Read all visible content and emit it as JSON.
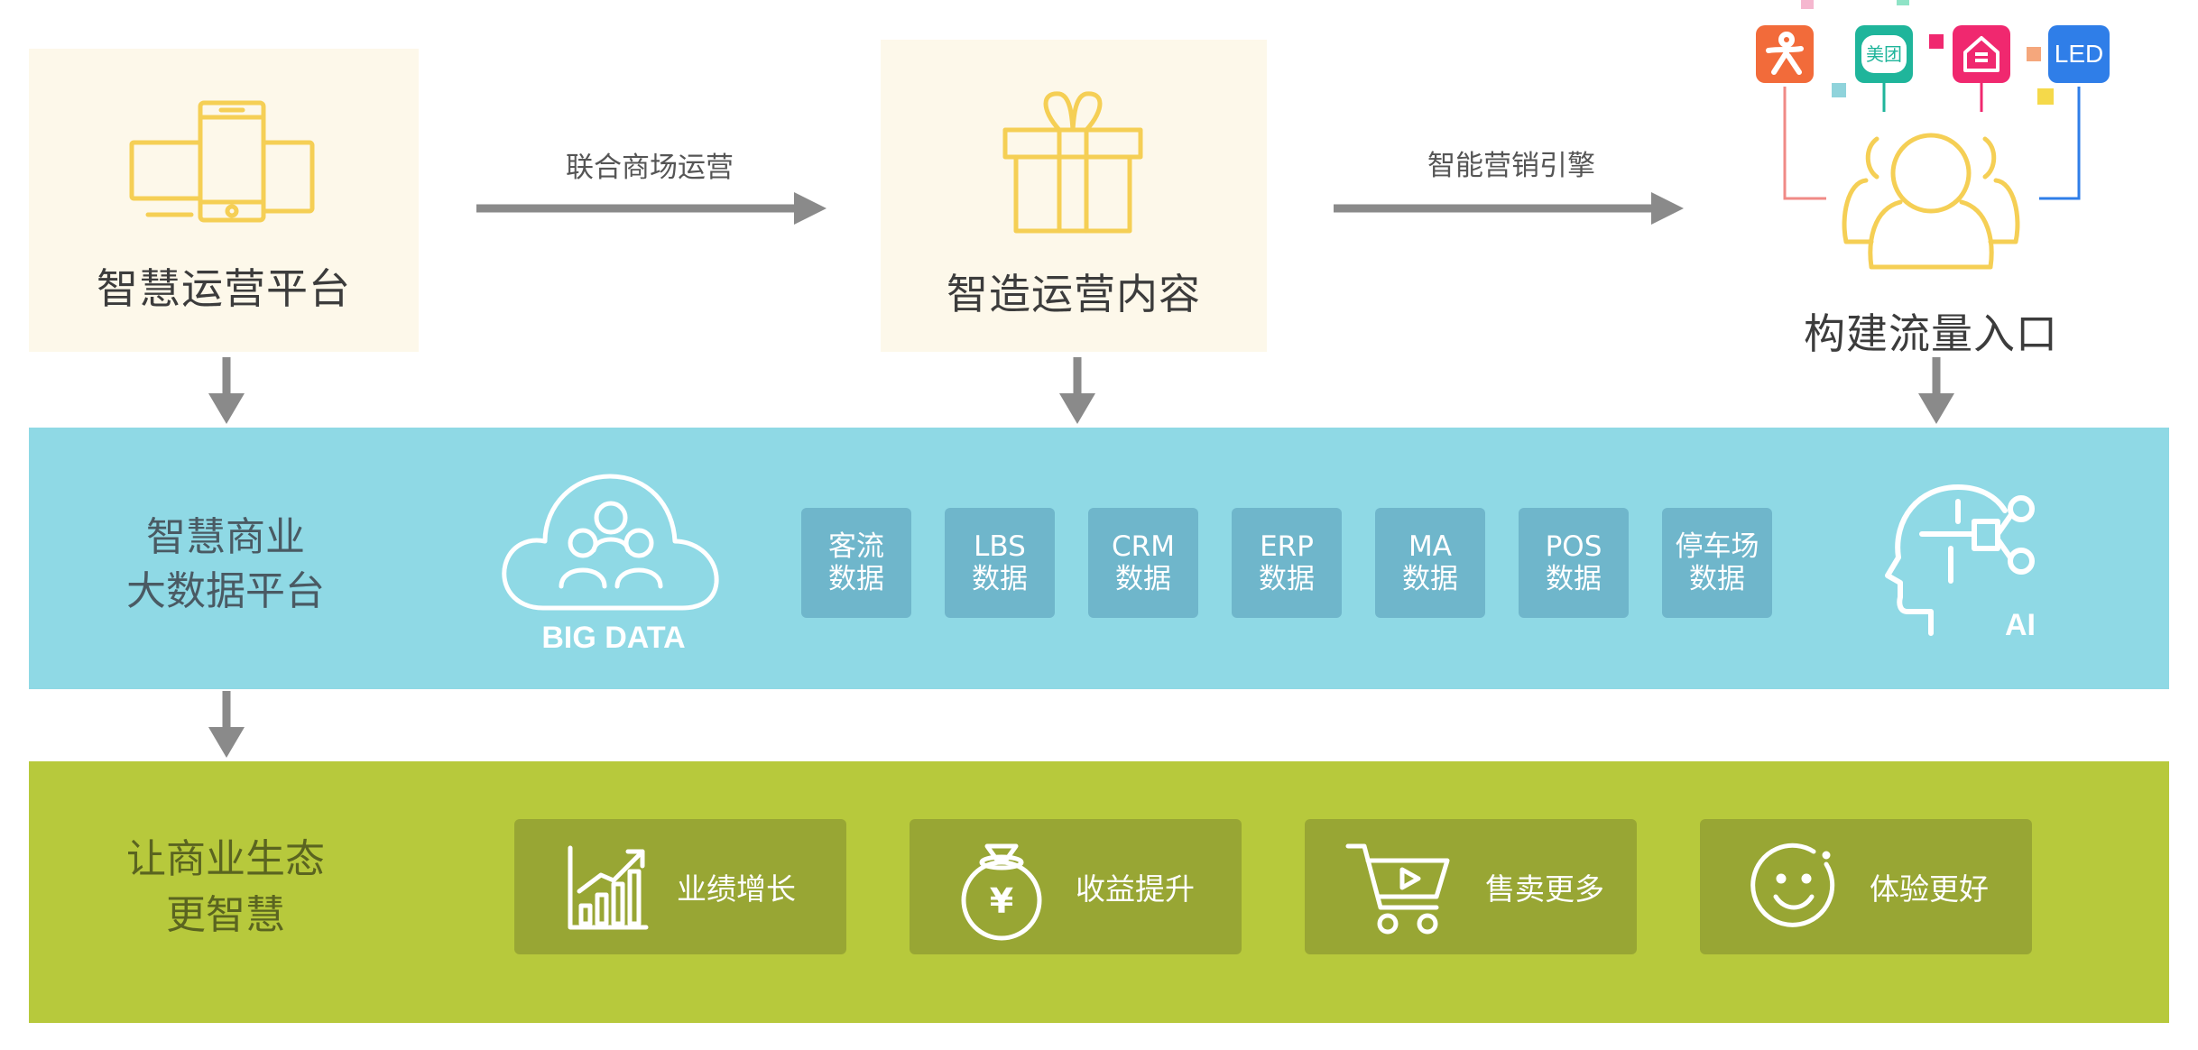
{
  "top_cards": [
    {
      "title": "智慧运营平台"
    },
    {
      "title": "智造运营内容"
    },
    {
      "title": "构建流量入口"
    }
  ],
  "arrows": [
    {
      "label": "联合商场运营"
    },
    {
      "label": "智能营销引擎"
    }
  ],
  "channel_icons": [
    {
      "name": "dianping",
      "color": "#f26b3a"
    },
    {
      "name": "meituan",
      "label": "美团",
      "color": "#1fb59b"
    },
    {
      "name": "home",
      "color": "#f0286f"
    },
    {
      "name": "led",
      "label": "LED",
      "color": "#2f7ee8"
    }
  ],
  "big_data_band": {
    "title_lines": [
      "智慧商业",
      "大数据平台"
    ],
    "cloud_label": "BIG DATA",
    "ai_label": "AI",
    "color": "#8fd9e5",
    "tiles": [
      {
        "line1": "客流",
        "line2": "数据"
      },
      {
        "line1": "LBS",
        "line2": "数据"
      },
      {
        "line1": "CRM",
        "line2": "数据"
      },
      {
        "line1": "ERP",
        "line2": "数据"
      },
      {
        "line1": "MA",
        "line2": "数据"
      },
      {
        "line1": "POS",
        "line2": "数据"
      },
      {
        "line1": "停车场",
        "line2": "数据"
      }
    ]
  },
  "benefit_band": {
    "title_lines": [
      "让商业生态",
      "更智慧"
    ],
    "color": "#b7c93c",
    "tiles": [
      {
        "label": "业绩增长",
        "icon": "growth-chart"
      },
      {
        "label": "收益提升",
        "icon": "money-bag"
      },
      {
        "label": "售卖更多",
        "icon": "shopping-cart"
      },
      {
        "label": "体验更好",
        "icon": "smiley-face"
      }
    ]
  },
  "colors": {
    "card_bg": "#fdf8ea",
    "icon_yellow": "#f5cf55",
    "arrow_gray": "#8a8a8a",
    "tile_blue": "#6fb6cb",
    "tile_green": "#98a634"
  }
}
